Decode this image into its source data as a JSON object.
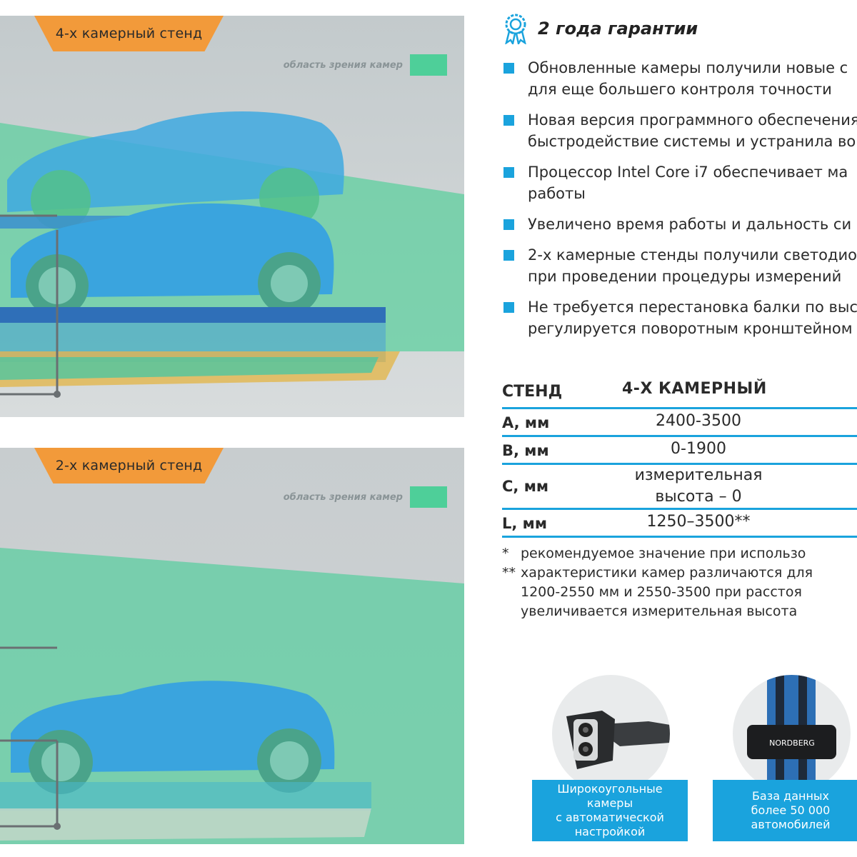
{
  "top_panel": {
    "stand_label": "4-х камерный стенд",
    "fov_label": "область зрения камер",
    "colors": {
      "field_of_view": "#4ecf99",
      "car": "#3fa9e0",
      "tag": "#f29a3a"
    }
  },
  "bottom_panel": {
    "stand_label": "2-х камерный стенд",
    "fov_label": "область зрения камер"
  },
  "warranty": {
    "icon": "award-ribbon-icon",
    "text": "2 года гарантии"
  },
  "features": [
    [
      "Обновленные камеры получили новые с",
      "для еще большего контроля точности"
    ],
    [
      "Новая версия программного обеспечения",
      "быстродействие системы и устранила во"
    ],
    [
      "Процессор Intel Core i7 обеспечивает ма",
      "работы"
    ],
    [
      "Увеличено время работы и дальность си"
    ],
    [
      "2-х камерные стенды получили светодио",
      "при проведении процедуры измерений"
    ],
    [
      "Не требуется перестановка балки по выс",
      "регулируется поворотным кронштейном"
    ]
  ],
  "spec_table": {
    "header": {
      "key": "СТЕНД",
      "value": "4-Х КАМЕРНЫЙ"
    },
    "rows": [
      {
        "key": "A, мм",
        "value": [
          "2400-3500"
        ]
      },
      {
        "key": "B, мм",
        "value": [
          "0-1900"
        ]
      },
      {
        "key": "C, мм",
        "value": [
          "измерительная",
          "высота – 0"
        ]
      },
      {
        "key": "L, мм",
        "value": [
          "1250–3500**"
        ]
      }
    ]
  },
  "notes": [
    {
      "mark": "*",
      "lines": [
        "рекомендуемое значение при использо"
      ]
    },
    {
      "mark": "**",
      "lines": [
        "характеристики камер различаются для",
        "1200-2550 мм и 2550-3500 при расстоя",
        "увеличивается измерительная высота"
      ]
    }
  ],
  "products": [
    {
      "image": "wide-angle-camera-icon",
      "caption": [
        "Широкоугольные",
        "камеры",
        "с автоматической",
        "настройкой"
      ]
    },
    {
      "image": "camera-beam-icon",
      "brand": "NORDBERG",
      "caption": [
        "База данных",
        "более 50 000",
        "автомобилей"
      ]
    }
  ]
}
